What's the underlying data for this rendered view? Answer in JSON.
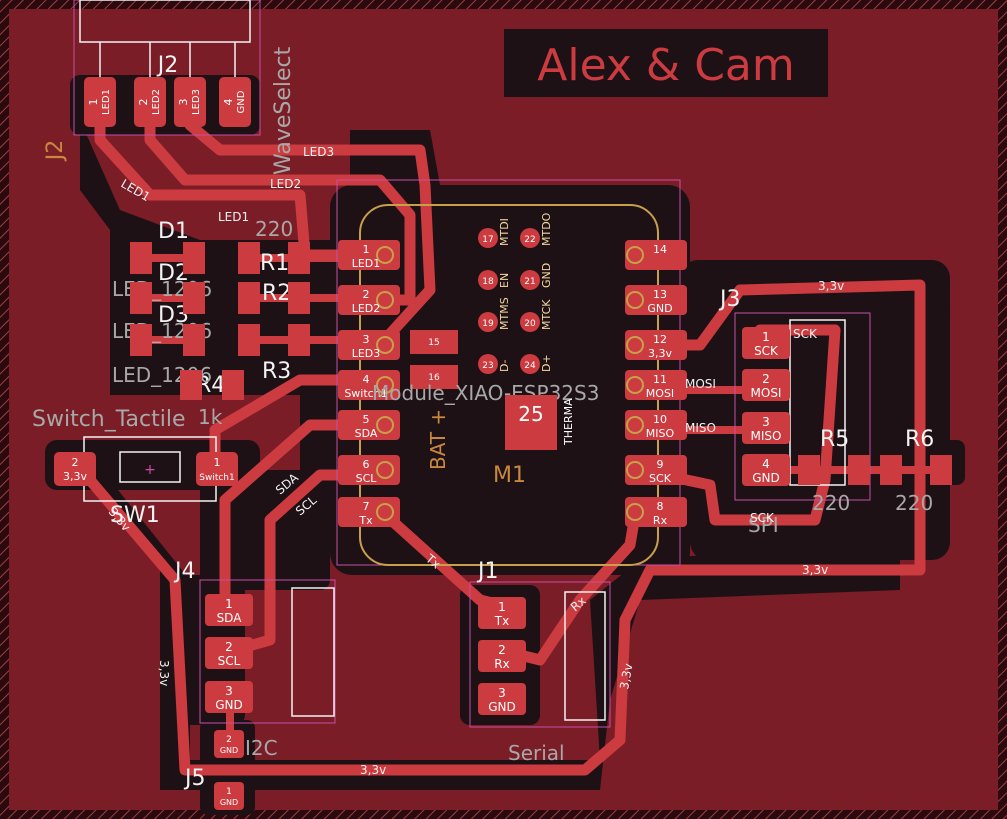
{
  "board": {
    "title": "Alex & Cam",
    "module_label": "Module_XIAO-ESP32S3",
    "module_ref": "M1",
    "bat_label": "BAT +",
    "therma_label": "THERMA",
    "pad25": "25"
  },
  "colors": {
    "background": "#000000",
    "copper_fill": "#7a1d26",
    "keepout": "#1d1116",
    "trace": "#cc3b3f",
    "pad": "#cc3b3f",
    "silk": "#f3f3f3",
    "ref_text": "#c8893e",
    "courtyard": "#c84fa5",
    "fab_text": "#a8a8a8"
  },
  "refs": {
    "J2": "J2",
    "D1": "D1",
    "D2": "D2",
    "D3": "D3",
    "R1": "R1",
    "R2": "R2",
    "R3": "R3",
    "R4": "R4",
    "R5": "R5",
    "R6": "R6",
    "SW1": "SW1",
    "J1": "J1",
    "J3": "J3",
    "J4": "J4",
    "J5": "J5"
  },
  "silk_labels": {
    "wave_select": "WaveSelect",
    "switch_tactile": "Switch_Tactile",
    "led_1206": "LED_1206",
    "i2c": "I2C",
    "serial": "Serial",
    "spi": "SPI",
    "r_220": "220",
    "r_1k": "1k"
  },
  "net_labels": {
    "led1": "LED1",
    "led2": "LED2",
    "led3": "LED3",
    "sda": "SDA",
    "scl": "SCL",
    "tx": "Tx",
    "rx": "Rx",
    "sck": "SCK",
    "mosi": "MOSI",
    "miso": "MISO",
    "v33": "3,3v",
    "gnd": "GND",
    "switch1": "Switch1"
  },
  "j2_pins": [
    {
      "num": "1",
      "net": "LED1"
    },
    {
      "num": "2",
      "net": "LED2"
    },
    {
      "num": "3",
      "net": "LED3"
    },
    {
      "num": "4",
      "net": "GND"
    }
  ],
  "module_left_pins": [
    {
      "num": "1",
      "net": "LED1"
    },
    {
      "num": "2",
      "net": "LED2"
    },
    {
      "num": "3",
      "net": "LED3"
    },
    {
      "num": "4",
      "net": "Switch1"
    },
    {
      "num": "5",
      "net": "SDA"
    },
    {
      "num": "6",
      "net": "SCL"
    },
    {
      "num": "7",
      "net": "Tx"
    }
  ],
  "module_right_pins": [
    {
      "num": "14",
      "net": ""
    },
    {
      "num": "13",
      "net": "GND"
    },
    {
      "num": "12",
      "net": "3,3v"
    },
    {
      "num": "11",
      "net": "MOSI"
    },
    {
      "num": "10",
      "net": "MISO"
    },
    {
      "num": "9",
      "net": "SCK"
    },
    {
      "num": "8",
      "net": "Rx"
    }
  ],
  "module_inner_pins": [
    {
      "num": "17",
      "net": "MTDI"
    },
    {
      "num": "22",
      "net": "MTDO"
    },
    {
      "num": "18",
      "net": "EN"
    },
    {
      "num": "21",
      "net": "GND"
    },
    {
      "num": "19",
      "net": "MTMS"
    },
    {
      "num": "20",
      "net": "MTCK"
    },
    {
      "num": "23",
      "net": "D-"
    },
    {
      "num": "24",
      "net": "D+"
    }
  ],
  "module_back_pads": [
    "15",
    "16"
  ],
  "j3_pins": [
    {
      "num": "1",
      "net": "SCK"
    },
    {
      "num": "2",
      "net": "MOSI"
    },
    {
      "num": "3",
      "net": "MISO"
    },
    {
      "num": "4",
      "net": "GND"
    }
  ],
  "j4_pins": [
    {
      "num": "1",
      "net": "SDA"
    },
    {
      "num": "2",
      "net": "SCL"
    },
    {
      "num": "3",
      "net": "GND"
    }
  ],
  "j1_pins": [
    {
      "num": "1",
      "net": "Tx"
    },
    {
      "num": "2",
      "net": "Rx"
    },
    {
      "num": "3",
      "net": "GND"
    }
  ],
  "sw1_pins": [
    {
      "num": "2",
      "net": "3,3v"
    },
    {
      "num": "1",
      "net": "Switch1"
    }
  ],
  "j5_pins": [
    {
      "num": "2",
      "net": "GND"
    },
    {
      "num": "1",
      "net": "GND"
    }
  ]
}
